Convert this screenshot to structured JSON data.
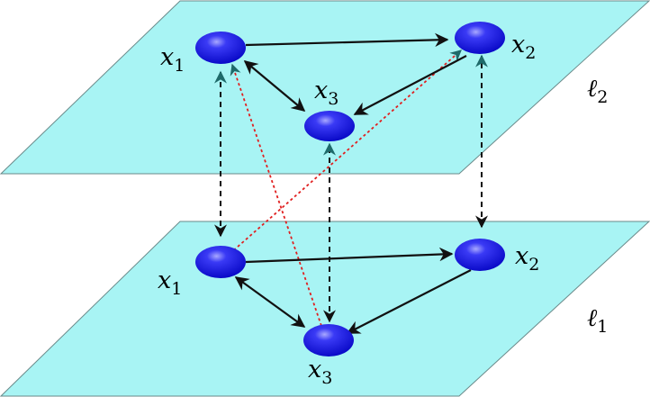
{
  "layers": [
    {
      "id": "upper",
      "label_base": "ℓ",
      "label_sub": "2",
      "nodes": [
        {
          "id": "x1",
          "base": "x",
          "sub": "1"
        },
        {
          "id": "x2",
          "base": "x",
          "sub": "2"
        },
        {
          "id": "x3",
          "base": "x",
          "sub": "3"
        }
      ]
    },
    {
      "id": "lower",
      "label_base": "ℓ",
      "label_sub": "1",
      "nodes": [
        {
          "id": "x1",
          "base": "x",
          "sub": "1"
        },
        {
          "id": "x2",
          "base": "x",
          "sub": "2"
        },
        {
          "id": "x3",
          "base": "x",
          "sub": "3"
        }
      ]
    }
  ],
  "colors": {
    "plane_fill": "#a8f4f4",
    "plane_stroke": "#6a8a8a",
    "node_fill": "#1a1ae6",
    "intra_edge": "#111111",
    "inter_edge": "#111111",
    "inter_arrowhead": "#1e6a6a",
    "cross_edge": "#e02020"
  },
  "edges_intra_layer": [
    {
      "layer": "upper",
      "from": "x1",
      "to": "x2",
      "style": "directed"
    },
    {
      "layer": "upper",
      "from": "x1",
      "to": "x3",
      "style": "bidirectional"
    },
    {
      "layer": "upper",
      "from": "x2",
      "to": "x3",
      "style": "directed"
    },
    {
      "layer": "lower",
      "from": "x1",
      "to": "x2",
      "style": "directed"
    },
    {
      "layer": "lower",
      "from": "x1",
      "to": "x3",
      "style": "bidirectional"
    },
    {
      "layer": "lower",
      "from": "x2",
      "to": "x3",
      "style": "directed"
    }
  ],
  "edges_inter_layer": [
    {
      "node": "x1",
      "style": "dashed-bidirectional"
    },
    {
      "node": "x2",
      "style": "dashed-bidirectional"
    },
    {
      "node": "x3",
      "style": "dashed-bidirectional"
    }
  ],
  "edges_cross": [
    {
      "from_layer": "lower",
      "from": "x1",
      "to_layer": "upper",
      "to": "x2",
      "style": "dotted"
    },
    {
      "from_layer": "lower",
      "from": "x3",
      "to_layer": "upper",
      "to": "x1",
      "style": "dotted"
    }
  ]
}
